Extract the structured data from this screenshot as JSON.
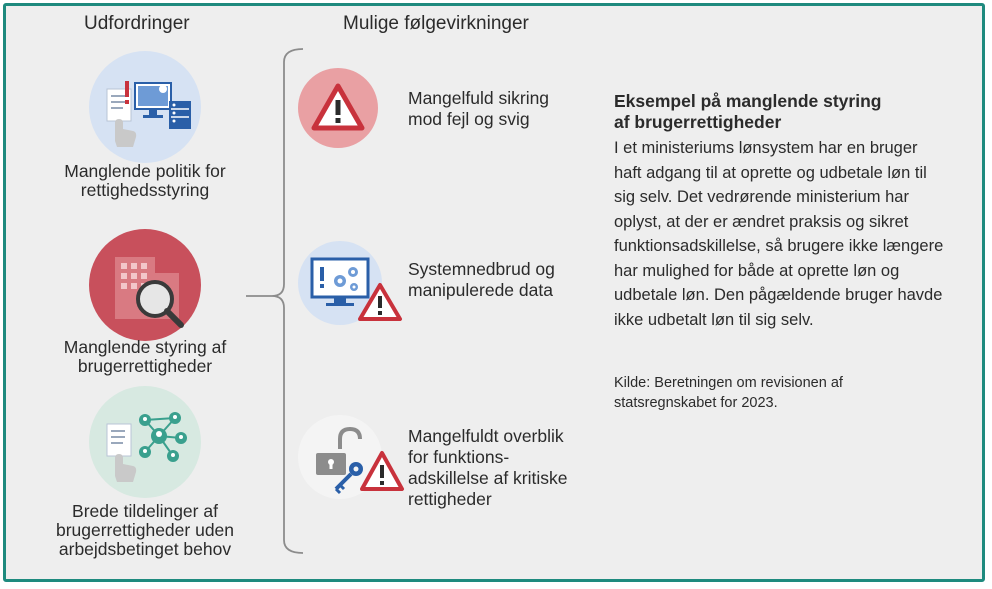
{
  "headers": {
    "left": "Udfordringer",
    "middle": "Mulige følgevirkninger"
  },
  "challenges": [
    {
      "label_line1": "Manglende politik for",
      "label_line2": "rettighedsstyring",
      "icon": "document-monitor-server-icon",
      "color": "#d6e2f3"
    },
    {
      "label_line1": "Manglende styring af",
      "label_line2": "brugerrettigheder",
      "icon": "building-magnifier-icon",
      "color": "#c8505c"
    },
    {
      "label_line1": "Brede tildelinger af",
      "label_line2": "brugerrettigheder uden",
      "label_line3": "arbejdsbetinget behov",
      "icon": "document-network-icon",
      "color": "#d7e9e1"
    }
  ],
  "consequences": [
    {
      "line1": "Mangelfuld sikring",
      "line2": "mod fejl og svig",
      "icon": "warning-icon",
      "color": "#e9a0a3"
    },
    {
      "line1": "Systemnedbrud og",
      "line2": "manipulerede data",
      "icon": "monitor-gears-warning-icon",
      "color": "#d6e2f3"
    },
    {
      "line1": "Mangelfuldt overblik",
      "line2": "for funktions-",
      "line3": "adskillelse af kritiske",
      "line4": "rettigheder",
      "icon": "lock-key-warning-icon",
      "color": "#f4f4f4"
    }
  ],
  "example": {
    "title_line1": "Eksempel på manglende styring",
    "title_line2": "af brugerrettigheder",
    "text": "I et ministeriums lønsystem har en bruger haft adgang til at oprette og udbetale løn til sig selv. Det vedrørende ministerium har oplyst, at der er ændret praksis og sikret funktionsadskillelse, så brugere ikke længere har mulighed for både at oprette løn og udbetale løn. Den pågældende bruger havde ikke udbetalt løn til sig selv.",
    "source": "Kilde: Beretningen om revisionen af statsregnskabet for 2023."
  },
  "colors": {
    "frame": "#1e8a7e",
    "background": "#eeeeee",
    "warning_red": "#c8323c",
    "accent_blue": "#2a5fa8",
    "accent_green": "#3aa08e"
  }
}
